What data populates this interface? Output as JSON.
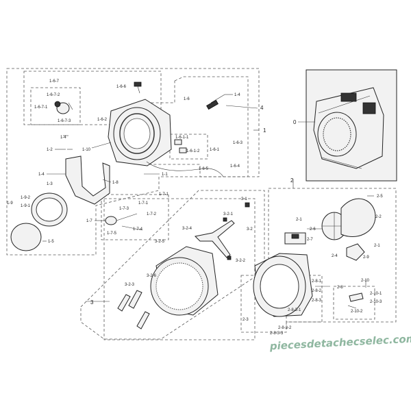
{
  "watermark": "piecesdetachecselec.com",
  "callouts": {
    "c0": "0",
    "c1": "1",
    "c2": "2",
    "c3": "3",
    "c4": "4",
    "c1_1": "1-1",
    "c1_2": "1-2",
    "c1_3": "1-3",
    "c1_4a": "1-4",
    "c1_4b": "1-4",
    "c1_5": "1-5",
    "c1_6": "1-6",
    "c1_6_1": "1-6-1",
    "c1_6_1_1": "1-6-1-1",
    "c1_6_1_2": "1-6-1-2",
    "c1_6_3": "1-6-3",
    "c1_6_4": "1-6-4",
    "c1_6_5": "1-6-5",
    "c1_6_6": "1-6-6",
    "c1_6_2": "1-6-2",
    "c1_6_7": "1-6-7",
    "c1_6_7_1": "1-6-7-1",
    "c1_6_7_2": "1-6-7-2",
    "c1_6_7_3": "1-6-7-3",
    "c1_7": "1-7",
    "c1_7_1": "1-7-1",
    "c1_7_2": "1-7-2",
    "c1_7_3": "1-7-3",
    "c1_7_4": "1-7-4",
    "c1_7_5": "1-7-5",
    "c1_8": "1-8",
    "c1_9": "1-9",
    "c1_9_1": "1-9-1",
    "c1_9_2": "1-9-2",
    "c1_10": "1-10",
    "c2_1a": "2-1",
    "c2_1b": "2-1",
    "c2_2": "2-2",
    "c2_3": "2-3",
    "c2_4": "2-4",
    "c2_5": "2-5",
    "c2_6": "2-6",
    "c2_7": "2-7",
    "c2_8": "2-8",
    "c2_8_1": "2-8-1",
    "c2_8_2": "2-8-2",
    "c2_8_3": "2-8-3",
    "c2_8_3_1": "2-8-3-1",
    "c2_8_3_2": "2-8-3-2",
    "c2_8_3_3": "2-8-3-3",
    "c2_9": "2-9",
    "c2_10": "2-10",
    "c2_10_1": "2-10-1",
    "c2_10_2": "2-10-2",
    "c2_10_3": "2-10-3",
    "c3_1": "3-1",
    "c3_2": "3-2",
    "c3_2_1": "3-2-1",
    "c3_2_2": "3-2-2",
    "c3_2_3": "3-2-3",
    "c3_2_4": "3-2-4",
    "c3_2_5": "3-2-5",
    "c3_2_6": "3-2-6"
  }
}
